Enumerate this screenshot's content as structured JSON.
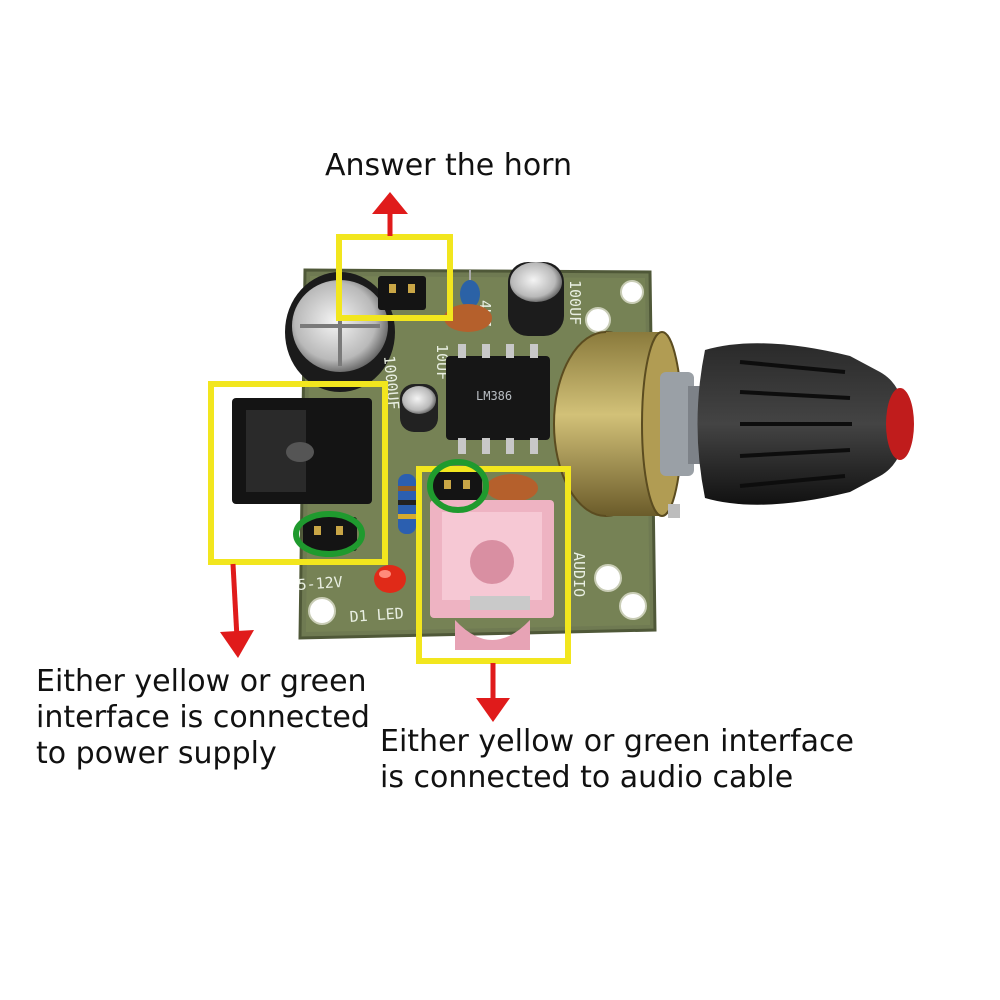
{
  "annotations": {
    "horn": "Answer the horn",
    "power": "Either yellow or green\ninterface is connected\nto power supply",
    "audio": "Either yellow or green interface\nis connected to audio cable"
  },
  "board_markings": {
    "supply": "5-12V",
    "led": "D1 LED",
    "audio": "AUDIO",
    "cap_large": "1000UF",
    "cap_small": "100UF",
    "cap_mid": "10UF",
    "resistor": "4K7",
    "chip": "LM386"
  },
  "colors": {
    "highlight_yellow": "#f2e61e",
    "highlight_green": "#1f9a2e",
    "arrow_red": "#e01b1b",
    "pcb_green": "#6f7a52",
    "audio_jack_pink": "#eeb3c2"
  },
  "icons": [
    "arrow-up-icon",
    "arrow-down-icon"
  ]
}
